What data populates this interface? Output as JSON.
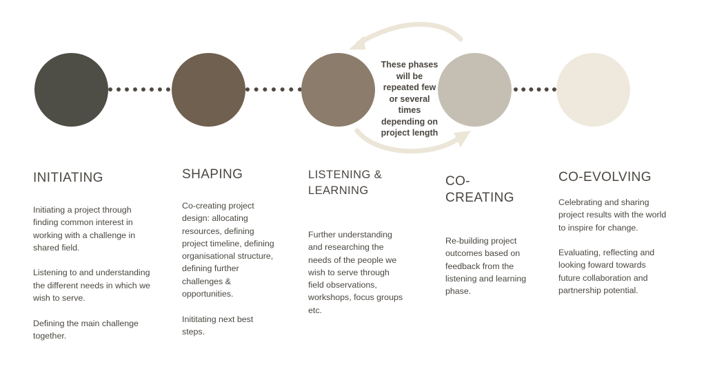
{
  "colors": {
    "text": "#4a4640",
    "connector": "#4e4a42",
    "arrow": "#ece6d8"
  },
  "repeat_note": "These phases will be repeated few or several times depending on project length",
  "phases": [
    {
      "title": "INITIATING",
      "color": "#4e4d46",
      "paragraphs": [
        "Initiating a project through finding common interest in working with a challenge in shared field.",
        "Listening to and understanding the different needs in which we wish to serve.",
        "Defining the  main challenge together."
      ]
    },
    {
      "title": "SHAPING",
      "color": "#6f604f",
      "paragraphs": [
        "Co-creating project design: allocating resources, defining project timeline, defining organisational structure, defining further challenges & opportunities.",
        "Inititating next best steps."
      ]
    },
    {
      "title": "LISTENING & LEARNING",
      "color": "#8b7c6c",
      "paragraphs": [
        "Further understanding and researching the needs of the people we wish  to serve through field observations, workshops, focus groups etc."
      ]
    },
    {
      "title": "CO-CREATING",
      "color": "#c5bfb3",
      "paragraphs": [
        "Re-building project outcomes based on feedback from the listening and learning phase."
      ]
    },
    {
      "title": "CO-EVOLVING",
      "color": "#efe9dd",
      "paragraphs": [
        "Celebrating and sharing project results with the world to inspire for change.",
        "Evaluating, reflecting  and looking foward towards future collaboration and partnership potential."
      ]
    }
  ]
}
